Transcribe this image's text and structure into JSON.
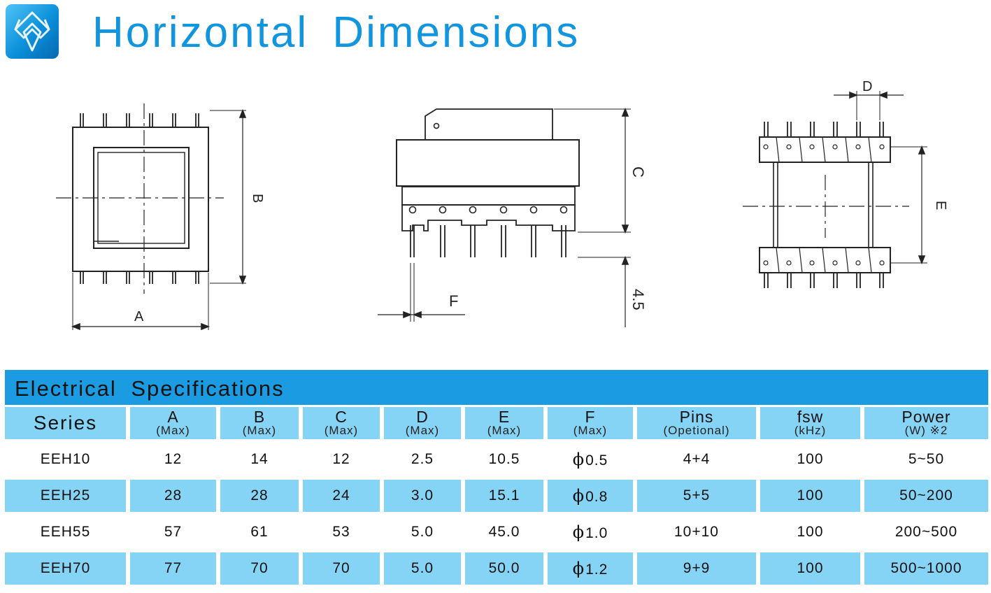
{
  "page": {
    "title": "Horizontal Dimensions",
    "logo_icon": "company-logo-icon",
    "accent_color": "#1295df"
  },
  "drawings": {
    "labels": {
      "a": "A",
      "b": "B",
      "c": "C",
      "d": "D",
      "e": "E",
      "f": "F",
      "pin_length": "4.5"
    }
  },
  "spec": {
    "title": "Electrical Specifications",
    "header_color": "#1a9be2",
    "row_shade_color": "#86d4f5",
    "columns": [
      {
        "label": "Series",
        "sub": ""
      },
      {
        "label": "A",
        "sub": "(Max)"
      },
      {
        "label": "B",
        "sub": "(Max)"
      },
      {
        "label": "C",
        "sub": "(Max)"
      },
      {
        "label": "D",
        "sub": "(Max)"
      },
      {
        "label": "E",
        "sub": "(Max)"
      },
      {
        "label": "F",
        "sub": "(Max)"
      },
      {
        "label": "Pins",
        "sub": "(Opetional)"
      },
      {
        "label": "fsw",
        "sub": "(kHz)"
      },
      {
        "label": "Power",
        "sub": "(W)   ※2"
      }
    ],
    "rows": [
      [
        "EEH10",
        "12",
        "14",
        "12",
        "2.5",
        "10.5",
        "0.5",
        "4+4",
        "100",
        "5~50"
      ],
      [
        "EEH25",
        "28",
        "28",
        "24",
        "3.0",
        "15.1",
        "0.8",
        "5+5",
        "100",
        "50~200"
      ],
      [
        "EEH55",
        "57",
        "61",
        "53",
        "5.0",
        "45.0",
        "1.0",
        "10+10",
        "100",
        "200~500"
      ],
      [
        "EEH70",
        "77",
        "70",
        "70",
        "5.0",
        "50.0",
        "1.2",
        "9+9",
        "100",
        "500~1000"
      ]
    ],
    "diameter_symbol": "ϕ"
  }
}
